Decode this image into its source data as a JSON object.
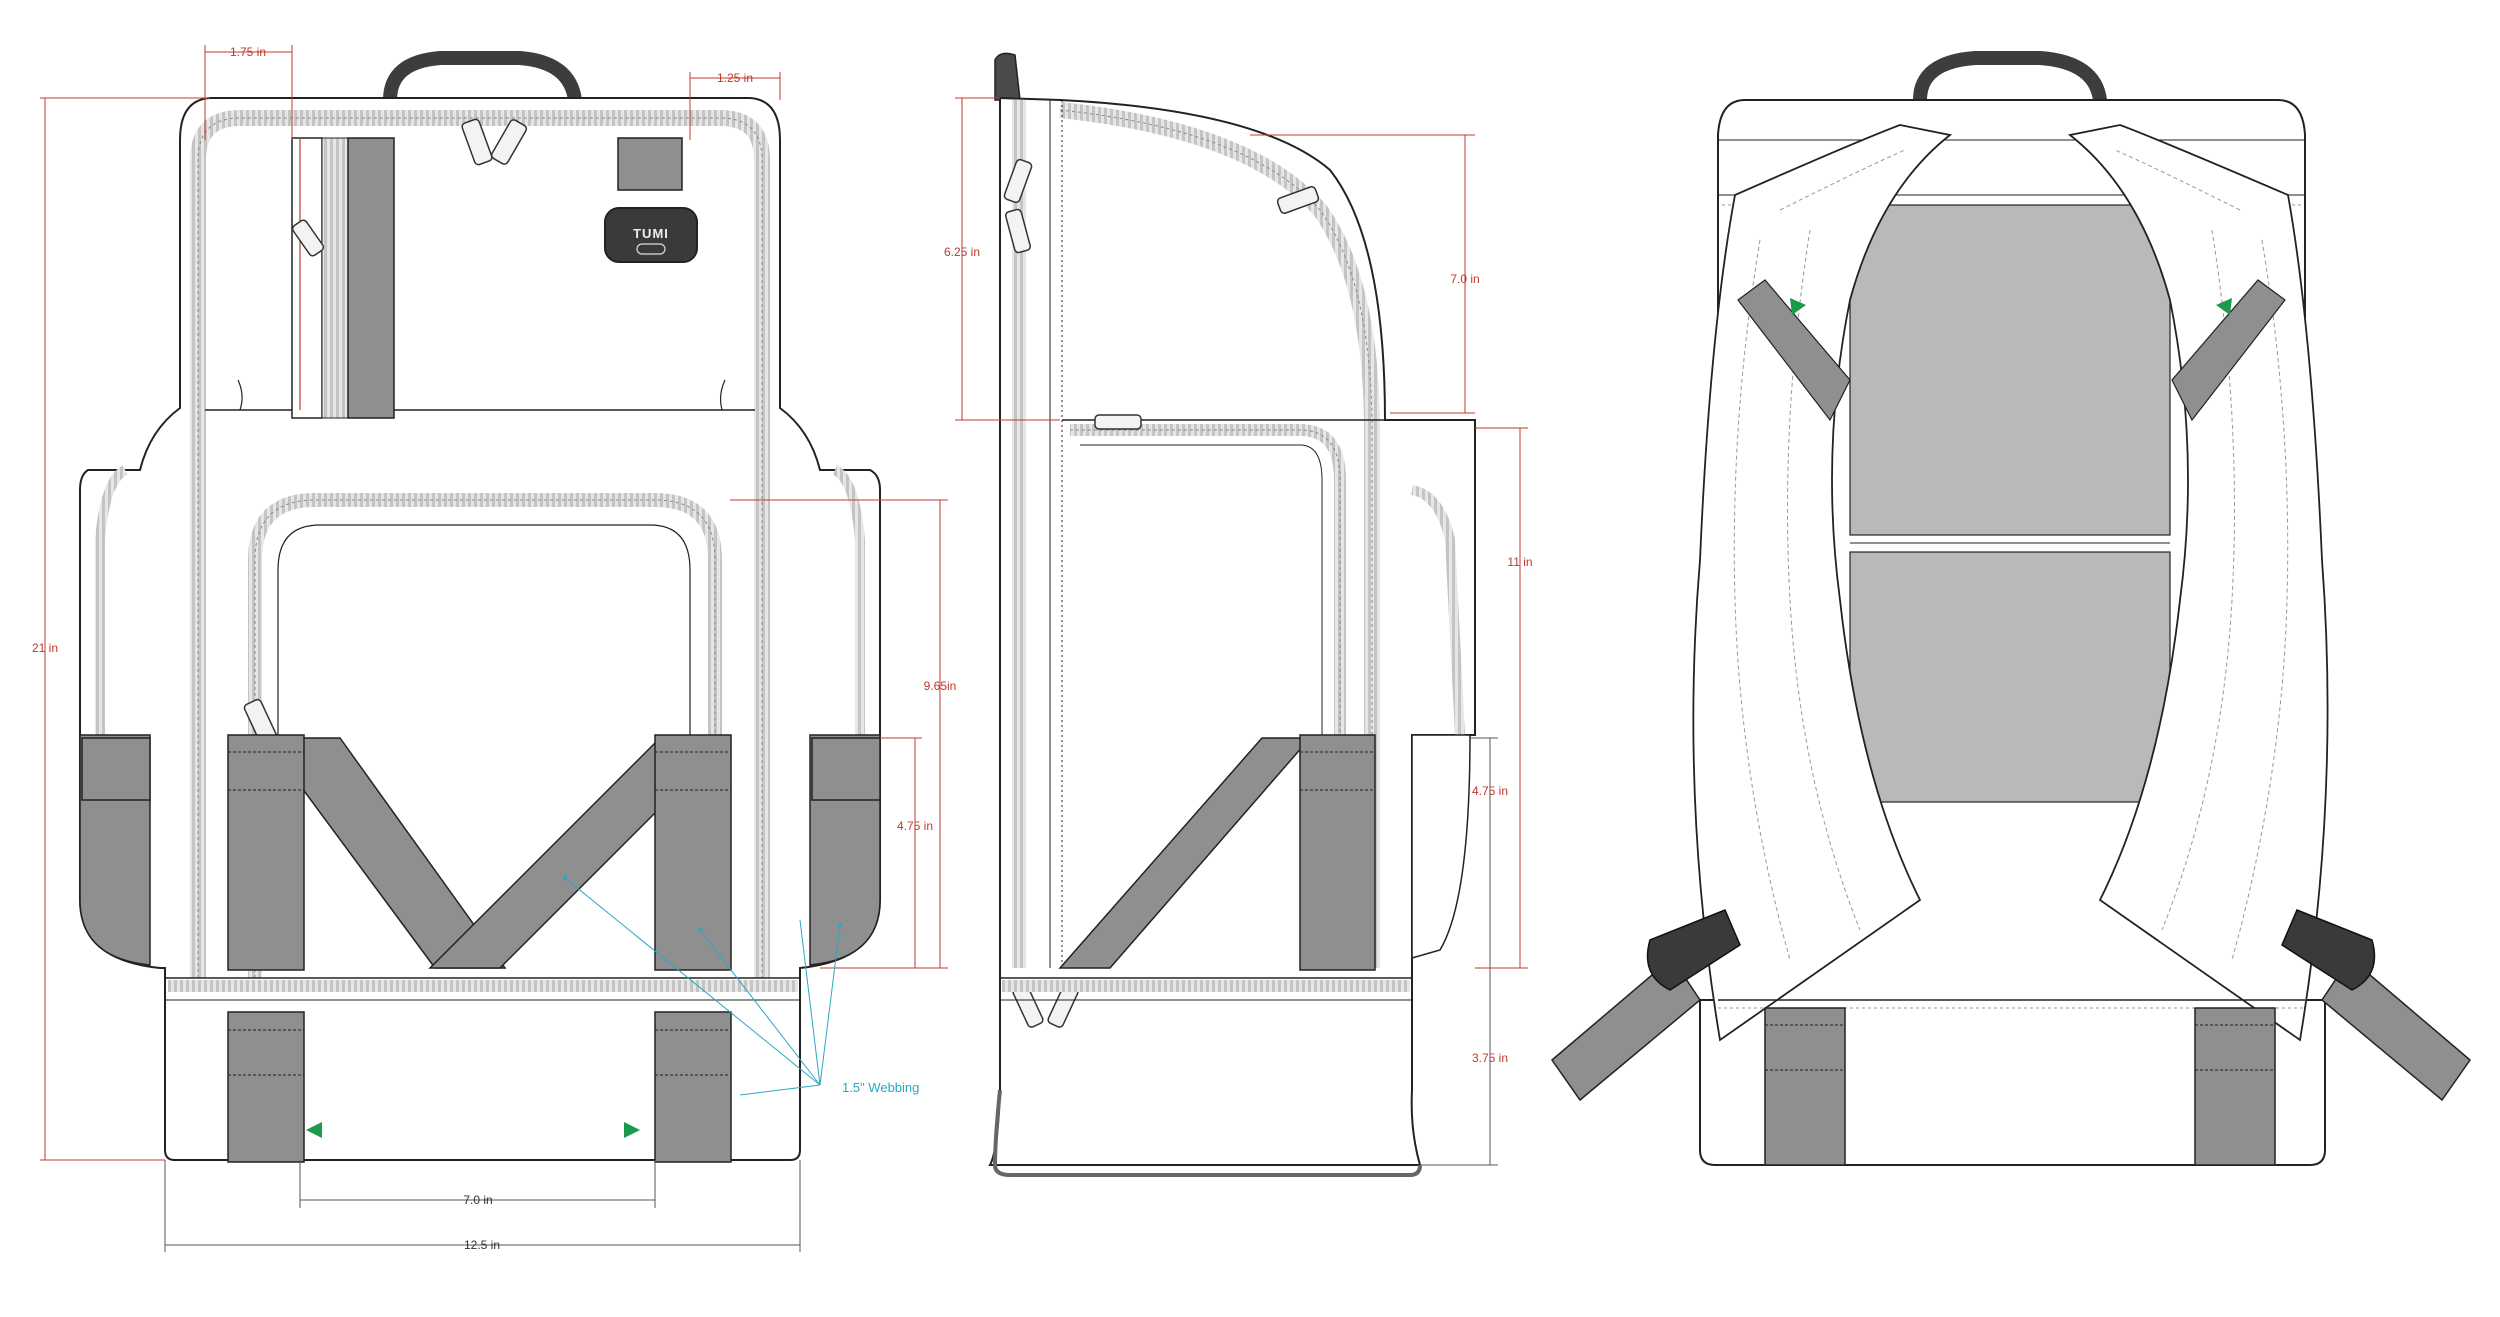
{
  "colors": {
    "outline": "#222222",
    "stitch": "#9a9a9a",
    "zipper": "#d0d0d0",
    "webbing": "#8f8f8f",
    "panel": "#b9b9b9",
    "handle": "#4a4a4a",
    "dimension_red": "#c0392b",
    "dimension_dark": "#555555",
    "callout_cyan": "#2aa7c4",
    "arrow_green": "#1a9a4a",
    "badge": "#3a3a3a"
  },
  "brand": "TUMI",
  "front_view": {
    "dims": {
      "strap_width": "1.75 in",
      "right_margin": "1.25 in",
      "height": "21 in",
      "pocket_height": "9.65in",
      "webbing_height": "4.75 in",
      "strap_spacing": "7.0 in",
      "width": "12.5 in"
    },
    "callout": "1.5\" Webbing"
  },
  "side_view": {
    "dims": {
      "top_section": "6.25 in",
      "upper_curve": "7.0 in",
      "middle_section": "11 in",
      "webbing_height": "4.75 in",
      "base_section": "3.75 in"
    }
  },
  "back_view": {
    "label": ""
  }
}
